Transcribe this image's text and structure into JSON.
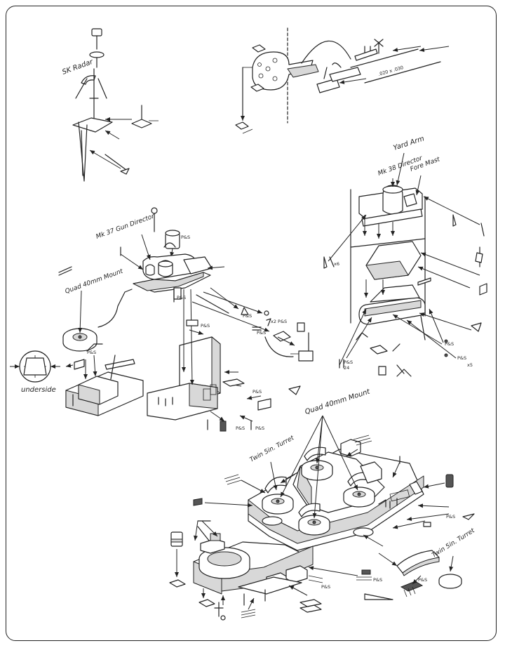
{
  "labels": {
    "sk_radar": "SK Radar",
    "yard_arm": "Yard Arm",
    "mk38_director": "Mk 38 Director",
    "fore_mast": "Fore Mast",
    "mk37_gun_director": "Mk 37 Gun Director",
    "quad_40mm_mount_left": "Quad 40mm Mount",
    "underside": "underside",
    "quad_40mm_mount_main": "Quad 40mm Mount",
    "twin_5in_turret_left": "Twin 5in. Turret",
    "twin_5in_turret_right": "Twin 5in. Turret",
    "rod_size": ".020 x .030",
    "pe_tag": "P&S",
    "pe_tag_x2": "x2 P&S",
    "pe_tag_x5": "x5",
    "pe_tag_x16": "x6",
    "pe_tag_x24": "24"
  }
}
